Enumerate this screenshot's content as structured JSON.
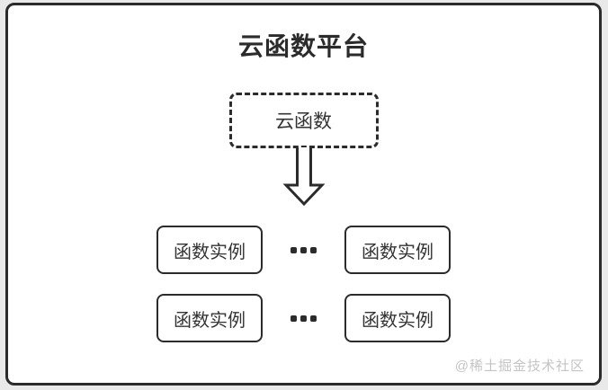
{
  "page": {
    "background_color": "#e9e9e9"
  },
  "card": {
    "background_color": "#ffffff",
    "border_color": "#2b2b2b"
  },
  "diagram": {
    "title": "云函数平台",
    "source": {
      "label": "云函数"
    },
    "icons": {
      "down_arrow": "⇩",
      "ellipsis": "•••"
    },
    "rows": [
      {
        "left": "函数实例",
        "right": "函数实例"
      },
      {
        "left": "函数实例",
        "right": "函数实例"
      }
    ]
  },
  "watermark": {
    "text": "@稀土掘金技术社区",
    "color": "#c4c4c4"
  }
}
